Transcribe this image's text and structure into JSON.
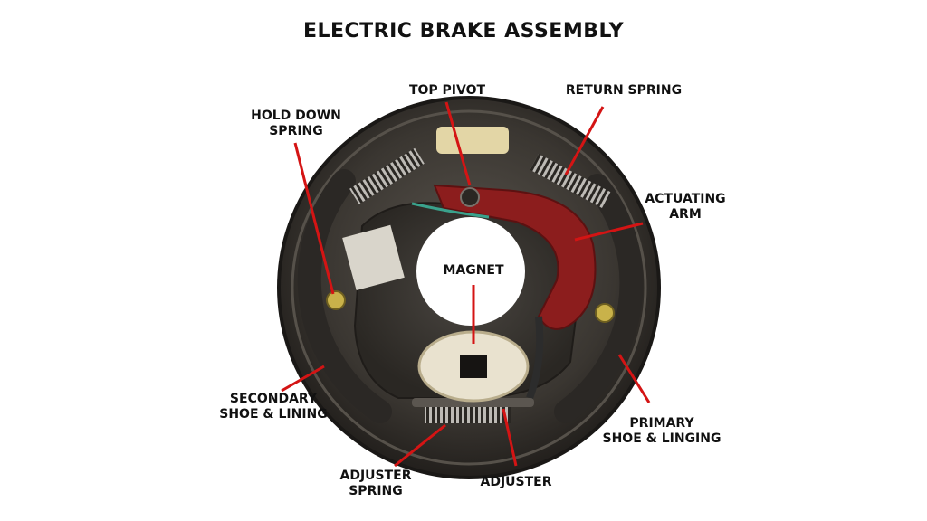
{
  "title": "ELECTRIC BRAKE ASSEMBLY",
  "colors": {
    "leader": "#d41414",
    "backing_plate": "#3a3631",
    "arm": "#8c1d1d",
    "text": "#111111"
  },
  "labels": {
    "top_pivot": "TOP PIVOT",
    "return_spring": "RETURN SPRING",
    "hold_down_spring": [
      "HOLD DOWN",
      "SPRING"
    ],
    "actuating_arm": [
      "ACTUATING",
      "ARM"
    ],
    "magnet": "MAGNET",
    "secondary_shoe": [
      "SECONDARY",
      "SHOE & LINING"
    ],
    "primary_shoe": [
      "PRIMARY",
      "SHOE & LINGING"
    ],
    "adjuster_spring": [
      "ADJUSTER",
      "SPRING"
    ],
    "adjuster": "ADJUSTER"
  }
}
